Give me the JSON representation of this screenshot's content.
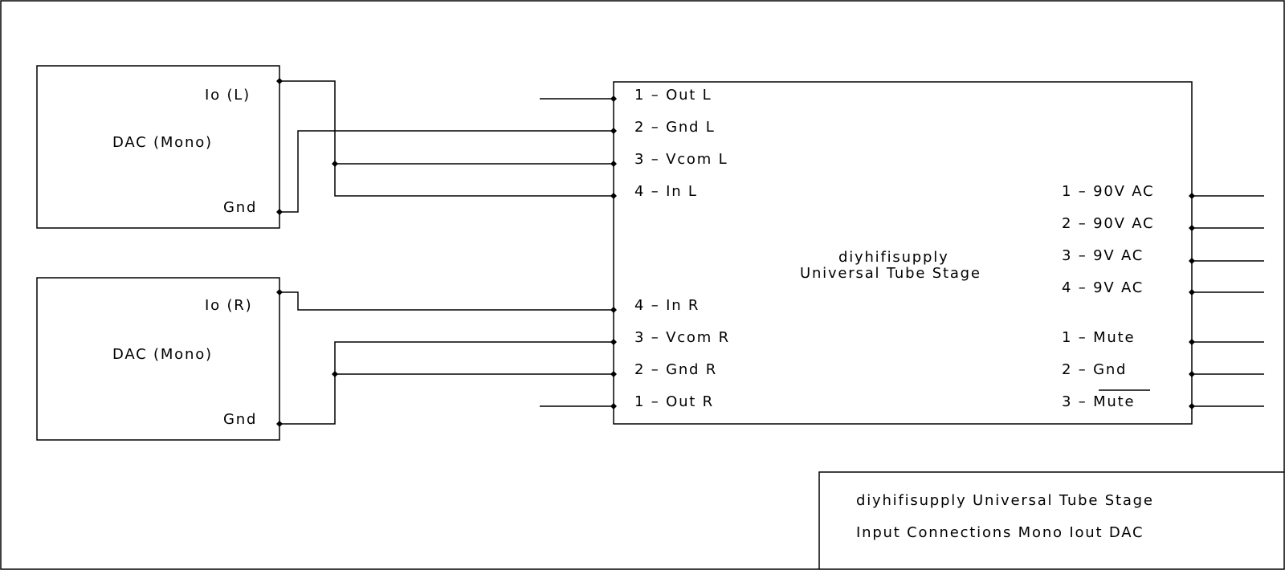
{
  "dac_left": {
    "title": "DAC (Mono)",
    "output_label": "Io (L)",
    "gnd_label": "Gnd"
  },
  "dac_right": {
    "title": "DAC (Mono)",
    "output_label": "Io (R)",
    "gnd_label": "Gnd"
  },
  "tube_stage": {
    "name_line1": "diyhifisupply",
    "name_line2": "Universal Tube Stage",
    "left_pins": [
      "1 – Out L",
      "2 – Gnd L",
      "3 – Vcom L",
      "4 – In L",
      "4 – In R",
      "3 – Vcom R",
      "2 – Gnd R",
      "1 – Out R"
    ],
    "right_pins": [
      "1 – 90V AC",
      "2 – 90V AC",
      "3 – 9V AC",
      "4 – 9V AC",
      "1 – Mute",
      "2 – Gnd",
      "3 – Mute"
    ]
  },
  "title_block": {
    "line1": "diyhifisupply Universal Tube Stage",
    "line2": "Input Connections Mono Iout DAC"
  }
}
